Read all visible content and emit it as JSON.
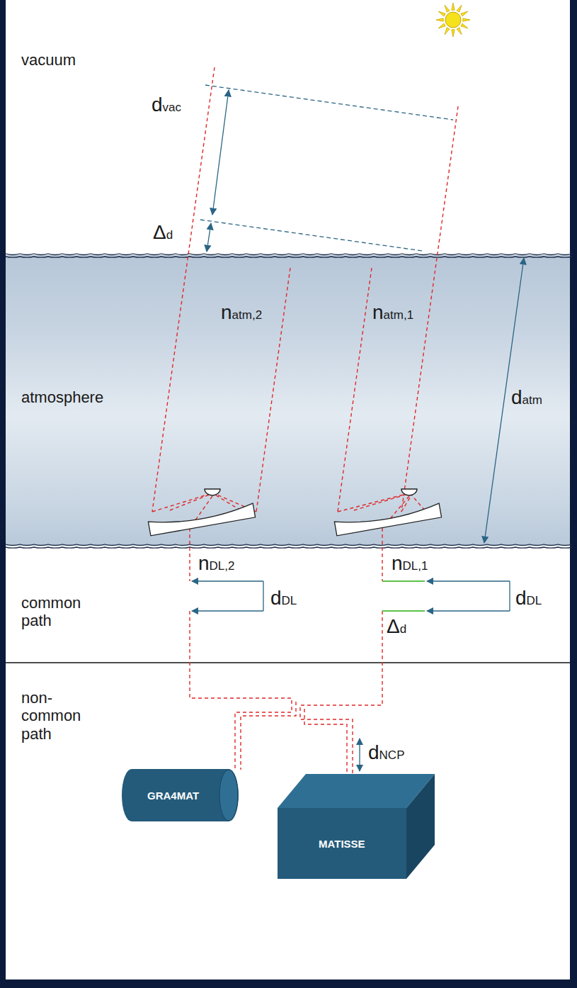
{
  "diagram": {
    "nodes": [
      {
        "text": [
          "GRA4MAT"
        ]
      },
      {
        "text": [
          "MATISSE"
        ]
      }
    ],
    "labels": [
      "vacuum",
      "dvac",
      "Δd",
      "atmosphere",
      "natm,2",
      "natm,1",
      "datm",
      "common path",
      "nDL,2",
      "nDL,1",
      "dDL",
      "Δd",
      "dDL",
      "non-common path",
      "dNCP"
    ]
  }
}
